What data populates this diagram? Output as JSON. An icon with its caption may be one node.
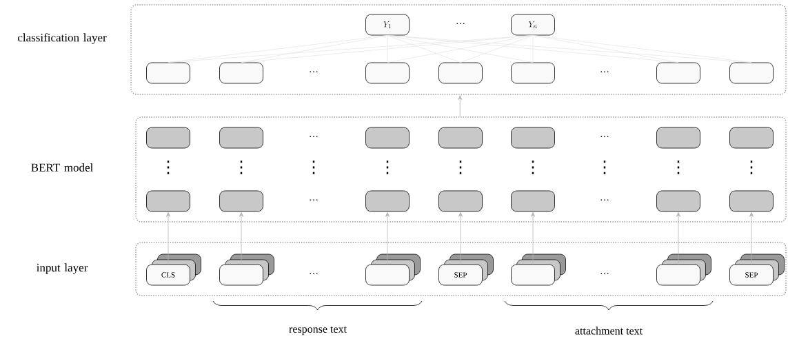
{
  "diagram": {
    "nodes": [
      {
        "text": [
          "classification layer"
        ]
      },
      {
        "text": [
          "Y_1"
        ],
        "in": 0
      },
      {
        "text": [
          "Y_n"
        ],
        "in": 0
      },
      {
        "text": [],
        "shape": "box",
        "in": 0
      },
      {
        "text": [],
        "shape": "box",
        "in": 0
      },
      {
        "text": [],
        "shape": "box",
        "in": 0
      },
      {
        "text": [],
        "shape": "box",
        "in": 0
      },
      {
        "text": [],
        "shape": "box",
        "in": 0
      },
      {
        "text": [],
        "shape": "box",
        "in": 0
      },
      {
        "text": [],
        "shape": "box",
        "in": 0
      },
      {
        "text": [
          "BERT model"
        ]
      },
      {
        "text": [],
        "shape": "box",
        "in": 10
      },
      {
        "text": [],
        "shape": "box",
        "in": 10
      },
      {
        "text": [],
        "shape": "box",
        "in": 10
      },
      {
        "text": [],
        "shape": "box",
        "in": 10
      },
      {
        "text": [],
        "shape": "box",
        "in": 10
      },
      {
        "text": [],
        "shape": "box",
        "in": 10
      },
      {
        "text": [],
        "shape": "box",
        "in": 10
      },
      {
        "text": [],
        "shape": "box",
        "in": 10
      },
      {
        "text": [],
        "shape": "box",
        "in": 10
      },
      {
        "text": [],
        "shape": "box",
        "in": 10
      },
      {
        "text": [],
        "shape": "box",
        "in": 10
      },
      {
        "text": [],
        "shape": "box",
        "in": 10
      },
      {
        "text": [],
        "shape": "box",
        "in": 10
      },
      {
        "text": [],
        "shape": "box",
        "in": 10
      },
      {
        "text": [
          "input layer"
        ]
      },
      {
        "text": [
          "CLS"
        ],
        "in": 25
      },
      {
        "text": [],
        "shape": "box",
        "in": 25
      },
      {
        "text": [],
        "shape": "box",
        "in": 25
      },
      {
        "text": [
          "SEP"
        ],
        "in": 25
      },
      {
        "text": [],
        "shape": "box",
        "in": 25
      },
      {
        "text": [],
        "shape": "box",
        "in": 25
      },
      {
        "text": [
          "SEP"
        ],
        "in": 25
      }
    ],
    "edges": [
      {
        "from": 1,
        "to": 3,
        "arrow": "none"
      },
      {
        "from": 1,
        "to": 4,
        "arrow": "none"
      },
      {
        "from": 1,
        "to": 5,
        "arrow": "none"
      },
      {
        "from": 1,
        "to": 6,
        "arrow": "none"
      },
      {
        "from": 1,
        "to": 7,
        "arrow": "none"
      },
      {
        "from": 1,
        "to": 8,
        "arrow": "none"
      },
      {
        "from": 1,
        "to": 9,
        "arrow": "none"
      },
      {
        "from": 2,
        "to": 3,
        "arrow": "none"
      },
      {
        "from": 2,
        "to": 4,
        "arrow": "none"
      },
      {
        "from": 2,
        "to": 5,
        "arrow": "none"
      },
      {
        "from": 2,
        "to": 6,
        "arrow": "none"
      },
      {
        "from": 2,
        "to": 7,
        "arrow": "none"
      },
      {
        "from": 2,
        "to": 8,
        "arrow": "none"
      },
      {
        "from": 2,
        "to": 9,
        "arrow": "none"
      },
      {
        "from": 26,
        "to": 18,
        "arrow": "to",
        "color": "#b4b4b4"
      },
      {
        "from": 27,
        "to": 19,
        "arrow": "to",
        "color": "#b4b4b4"
      },
      {
        "from": 28,
        "to": 20,
        "arrow": "to",
        "color": "#b4b4b4"
      },
      {
        "from": 29,
        "to": 21,
        "arrow": "to",
        "color": "#b4b4b4"
      },
      {
        "from": 30,
        "to": 22,
        "arrow": "to",
        "color": "#b4b4b4"
      },
      {
        "from": 31,
        "to": 23,
        "arrow": "to",
        "color": "#b4b4b4"
      },
      {
        "from": 32,
        "to": 24,
        "arrow": "to",
        "color": "#b4b4b4"
      },
      {
        "from": 10,
        "to": 0,
        "arrow": "to",
        "color": "#b4b4b4"
      }
    ],
    "labels": [
      "⋯",
      "⋯",
      "⋯",
      "⋯",
      "⋯",
      "⋮",
      "⋮",
      "⋮",
      "⋮",
      "⋮",
      "⋮",
      "⋮",
      "⋮",
      "⋮",
      "⋯",
      "⋯",
      "⋯",
      "⋯",
      "response text",
      "attachment text"
    ]
  }
}
